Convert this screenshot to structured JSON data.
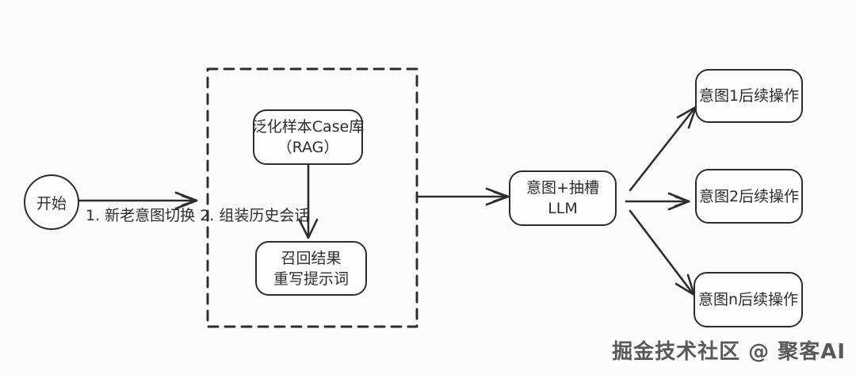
{
  "diagram": {
    "start_node": {
      "label": "开始"
    },
    "start_edge_annotation": {
      "line1": "1. 新老意图切换",
      "line2": "2. 组装历史会话"
    },
    "rag_case_node": {
      "line1": "泛化样本Case库",
      "line2": "（RAG）"
    },
    "recall_node": {
      "line1": "召回结果",
      "line2": "重写提示词"
    },
    "llm_node": {
      "line1": "意图+抽槽",
      "line2": "LLM"
    },
    "intent_nodes": [
      {
        "label": "意图1后续操作"
      },
      {
        "label": "意图2后续操作"
      },
      {
        "label": "意图n后续操作"
      }
    ],
    "watermark": "掘金技术社区 @ 聚客AI",
    "colors": {
      "stroke": "#2d2d2d",
      "background": "#fcfcfa",
      "watermark_text": "#595959"
    }
  }
}
